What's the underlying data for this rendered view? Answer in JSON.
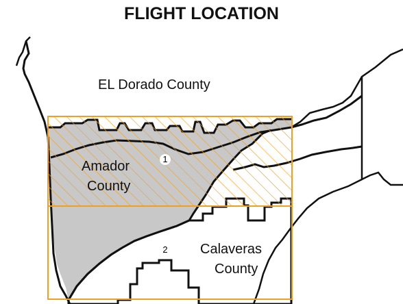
{
  "title": "FLIGHT LOCATION",
  "counties": {
    "el_dorado": "EL Dorado County",
    "amador_line1": "Amador",
    "amador_line2": "County",
    "calaveras_line1": "Calaveras",
    "calaveras_line2": "County"
  },
  "flight_areas": [
    {
      "number": "1",
      "style": "hatched"
    },
    {
      "number": "2",
      "style": "outline"
    }
  ],
  "colors": {
    "boundary": "#111111",
    "flight_box": "#f0a020",
    "amador_fill": "#c8c8c8",
    "background": "#ffffff"
  }
}
